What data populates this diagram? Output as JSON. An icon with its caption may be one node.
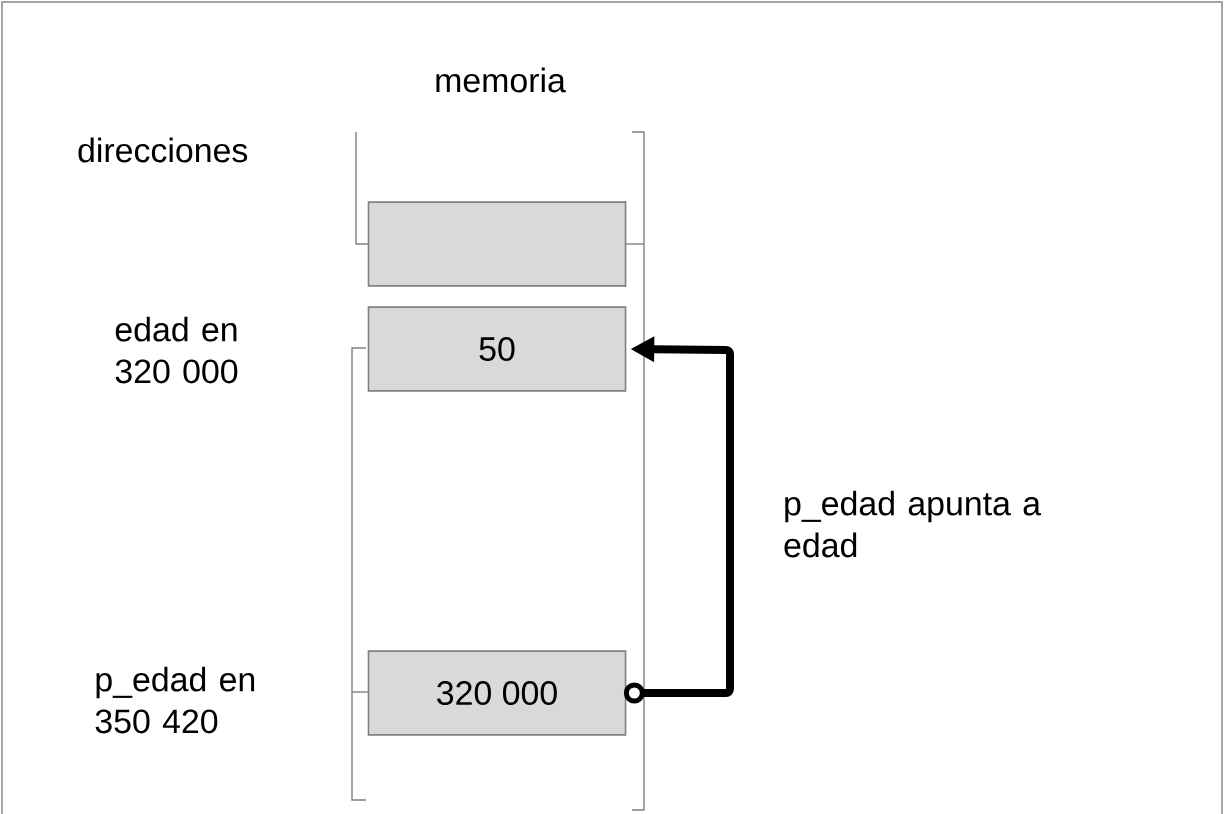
{
  "diagram": {
    "nodes": [
      {
        "text": [],
        "shape": "box"
      },
      {
        "text": [
          "50"
        ],
        "beside": [
          "edad en 320 000"
        ]
      },
      {
        "text": [
          "320 000"
        ],
        "beside": [
          "p_edad en 350 420"
        ]
      }
    ],
    "edges": [
      {
        "from": 2,
        "to": 1,
        "arrow": "to",
        "label": "p_edad apunta a edad"
      }
    ],
    "labels": [
      "memoria",
      "direcciones"
    ]
  }
}
